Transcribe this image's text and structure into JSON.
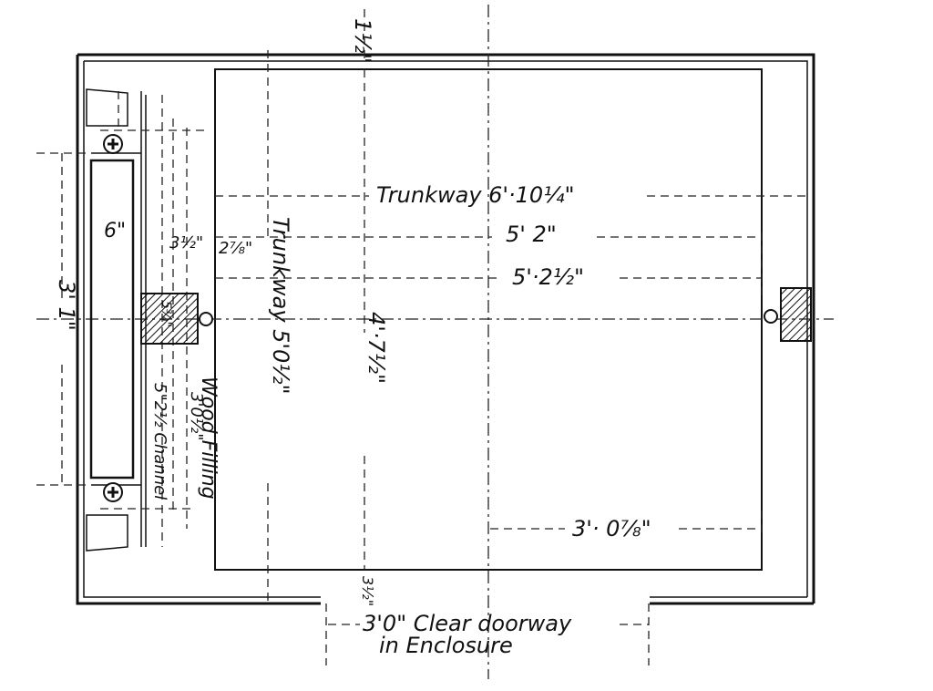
{
  "labels": {
    "top_clearance": "1½\"",
    "trunkway_width": "Trunkway 6'·10¼\"",
    "inner_width": "5' 2\"",
    "inner_width_2": "5'·2½\"",
    "trunkway_depth": "Trunkway 5'0½\"",
    "depth": "4'·7½\"",
    "bolt_spacing": "3' 1\"",
    "channel_width": "6\"",
    "gap_left": "3½\"",
    "gap_right": "2⅞\"",
    "block_dim": "5¾\"",
    "wood_filling": "Wood Filling",
    "filling_dim": "3'0½\"",
    "channel_spec": "5\"2½ Channel",
    "bottom_clearance": "3½\"",
    "center_offset": "3'· 0⅞\"",
    "doorway_line1": "3'0\" Clear doorway",
    "doorway_line2": "in Enclosure"
  }
}
